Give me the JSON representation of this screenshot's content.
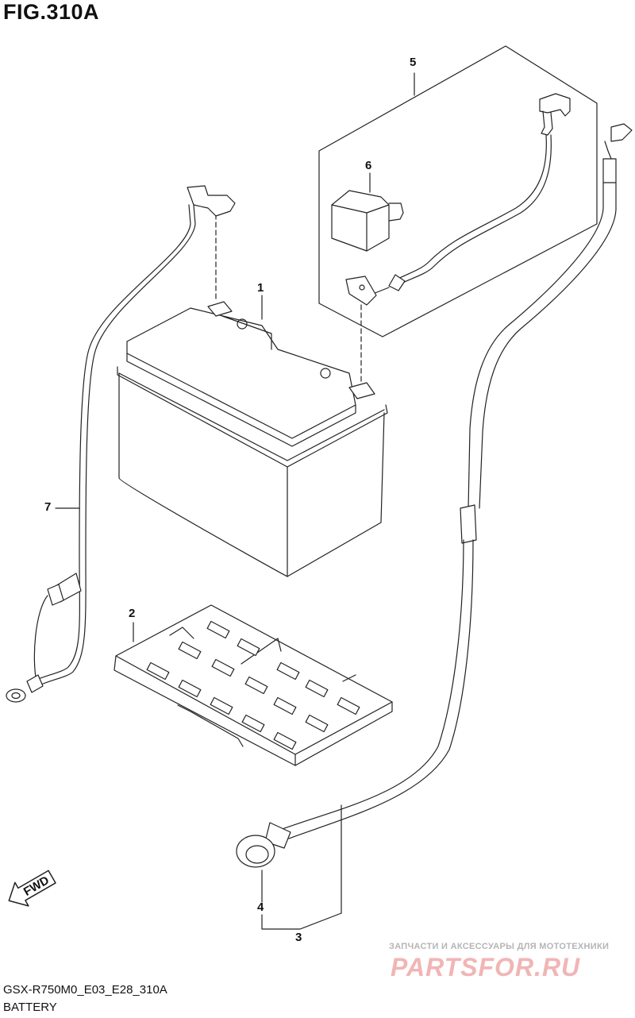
{
  "figure": {
    "title": "FIG.310A"
  },
  "callouts": [
    "1",
    "2",
    "3",
    "4",
    "5",
    "6",
    "7"
  ],
  "direction_arrow": {
    "label": "FWD"
  },
  "footer": {
    "model_code": "GSX-R750M0_E03_E28_310A",
    "section": "BATTERY"
  },
  "watermark": {
    "tagline": "ЗАПЧАСТИ И АКСЕССУАРЫ ДЛЯ МОТОТЕХНИКИ",
    "logo": "PARTSFOR.RU"
  },
  "colors": {
    "line": "#222222",
    "watermark_logo": "#f1b5b5",
    "watermark_text": "#b5b5b5"
  }
}
